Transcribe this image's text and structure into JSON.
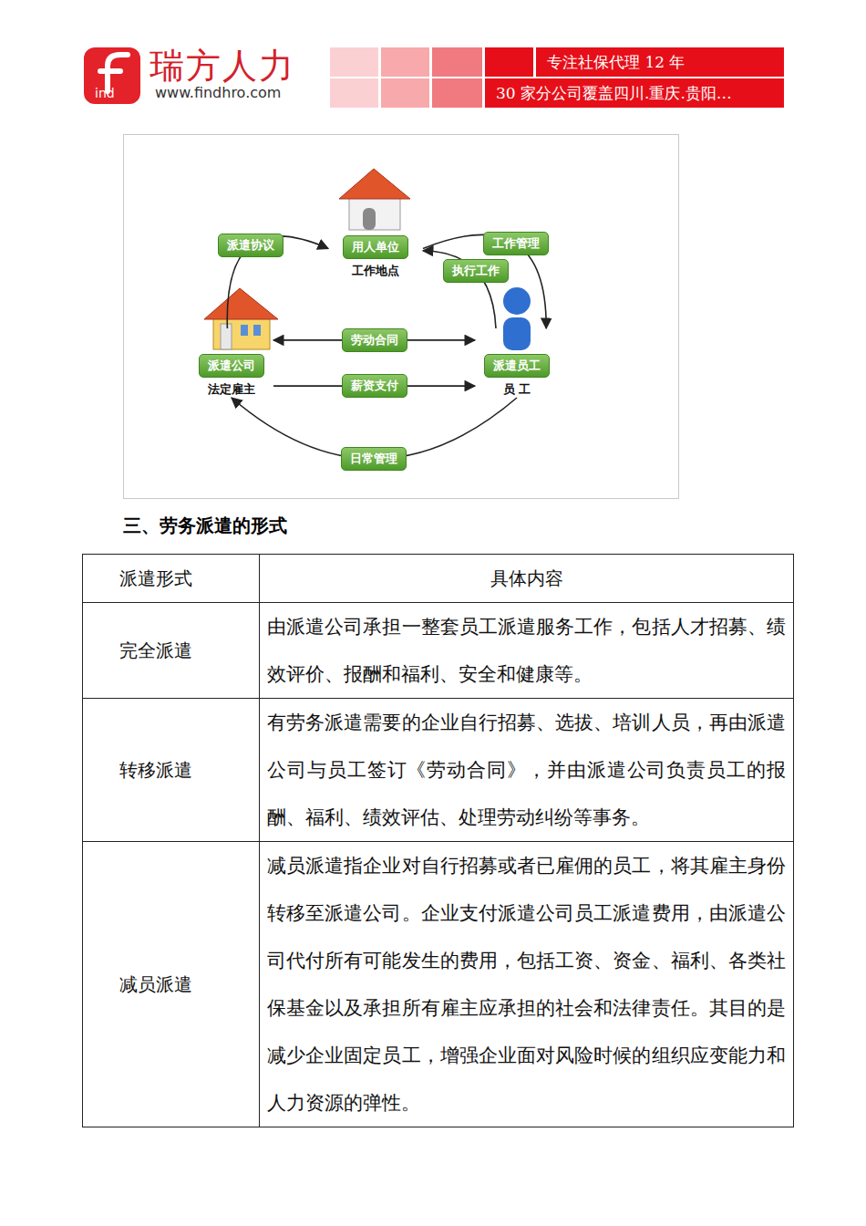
{
  "diagram": {
    "title": "三、劳务派遣的形式",
    "nodes": [
      {
        "text": [
          "专注社保代理 12 年"
        ]
      },
      {
        "text": [
          "30 家分公司覆盖四川.重庆.贵阳…"
        ]
      },
      {
        "text": [
          "用人单位",
          "工作地点"
        ]
      },
      {
        "text": [
          "派遣公司",
          "法定雇主"
        ]
      },
      {
        "text": [
          "派遣员工",
          "员 工"
        ]
      }
    ],
    "edges": [
      {
        "from": 3,
        "to": 2,
        "label": "派遣协议",
        "arrow": "to"
      },
      {
        "from": 2,
        "to": 4,
        "label": "工作管理",
        "arrow": "to"
      },
      {
        "from": 4,
        "to": 2,
        "label": "执行工作",
        "arrow": "to"
      },
      {
        "from": 3,
        "to": 4,
        "label": "劳动合同",
        "arrow": "both"
      },
      {
        "from": 3,
        "to": 4,
        "label": "薪资支付",
        "arrow": "to"
      },
      {
        "from": 4,
        "to": 3,
        "label": "日常管理",
        "arrow": "to"
      }
    ],
    "labels": [
      "瑞方人力",
      "www.findhro.com",
      "ind",
      "派遣形式",
      "具体内容",
      "完全派遣",
      "由派遣公司承担一整套员工派遣服务工作，包括人才招募、绩效评价、报酬和福利、安全和健康等。",
      "转移派遣",
      "有劳务派遣需要的企业自行招募、选拔、培训人员，再由派遣公司与员工签订《劳动合同》，并由派遣公司负责员工的报酬、福利、绩效评估、处理劳动纠纷等事务。",
      "减员派遣",
      "减员派遣指企业对自行招募或者已雇佣的员工，将其雇主身份转移至派遣公司。企业支付派遣公司员工派遣费用，由派遣公司代付所有可能发生的费用，包括工资、资金、福利、各类社保基金以及承担所有雇主应承担的社会和法律责任。其目的是减少企业固定员工，增强企业面对风险时候的组织应变能力和人力资源的弹性。"
    ]
  }
}
